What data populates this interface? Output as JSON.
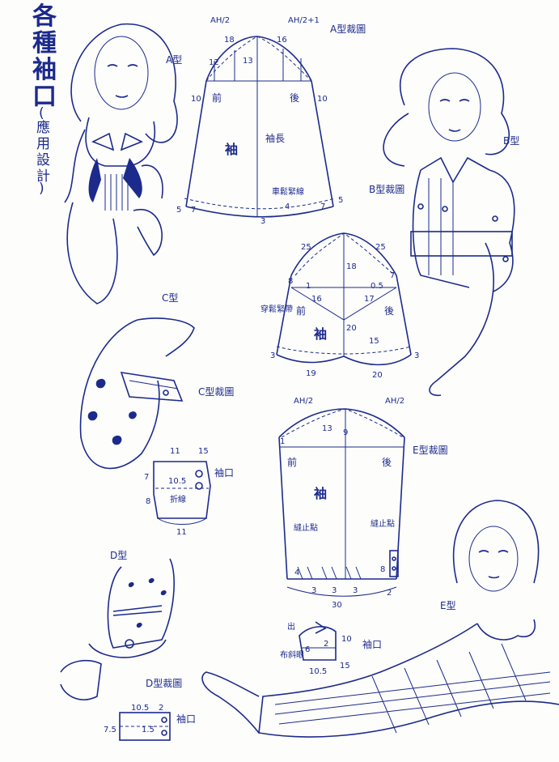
{
  "title": {
    "main_chars": [
      "各",
      "種",
      "袖",
      "口"
    ],
    "sub_open": "(",
    "sub_chars": [
      "應",
      "用",
      "設",
      "計"
    ],
    "sub_close": ")"
  },
  "figure_labels": {
    "a_type": "A型",
    "b_type": "B型",
    "c_type": "C型",
    "d_type": "D型",
    "e_type": "E型"
  },
  "pattern_A": {
    "title": "A型裁圖",
    "ah_left": "AH/2",
    "ah_right": "AH/2+1",
    "n18": "18",
    "n16": "16",
    "n13": "13",
    "n12": "12",
    "n10l": "10",
    "n10r": "10",
    "front": "前",
    "back": "後",
    "sleeve": "袖",
    "sleeve_length": "袖長",
    "gather_line": "車鬆緊線",
    "n5l": "5",
    "n7l": "7",
    "n4": "4",
    "n7r": "7",
    "n5r": "5",
    "n3": "3"
  },
  "pattern_B": {
    "title": "B型裁圖",
    "n25l": "25",
    "n25r": "25",
    "n18": "18",
    "n8": "8",
    "n1": "1",
    "n05": "0.5",
    "n7": "7",
    "n16": "16",
    "n17": "17",
    "front": "前",
    "back": "後",
    "sleeve": "袖",
    "n20": "20",
    "n15": "15",
    "elastic": "穿鬆緊帶",
    "n3l": "3",
    "n3r": "3",
    "n19": "19",
    "n20b": "20"
  },
  "pattern_C": {
    "title": "C型裁圖",
    "n11t": "11",
    "n15": "15",
    "n7": "7",
    "n105": "10.5",
    "n8": "8",
    "n11b": "11",
    "fold": "折線",
    "cuff": "袖口"
  },
  "pattern_D": {
    "title": "D型裁圖",
    "n105": "10.5",
    "n2": "2",
    "n75": "7.5",
    "n15": "1.5",
    "cuff": "袖口"
  },
  "pattern_E": {
    "title": "E型裁圖",
    "ah_left": "AH/2",
    "ah_right": "AH/2",
    "n1": "1",
    "n13": "13",
    "n9": "9",
    "front": "前",
    "back": "後",
    "sleeve": "袖",
    "stop_left": "縫止點",
    "stop_right": "縫止點",
    "n4": "4",
    "n3a": "3",
    "n3b": "3",
    "n3c": "3",
    "n8": "8",
    "n2": "2",
    "n30": "30"
  },
  "cuff_E": {
    "out": "出",
    "n6": "6",
    "n2": "2",
    "n10": "10",
    "n105": "10.5",
    "n15": "15",
    "bias": "布斜眼",
    "cuff": "袖口"
  }
}
